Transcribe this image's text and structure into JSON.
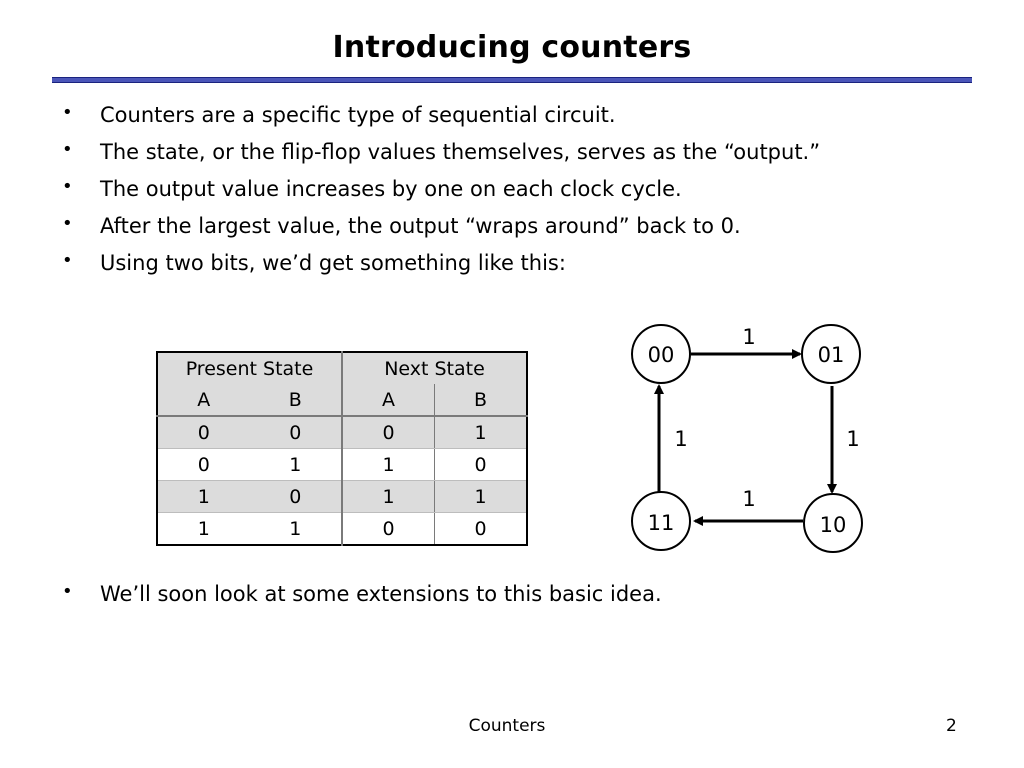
{
  "slide": {
    "title": "Introducing counters",
    "bullets": [
      "Counters are a specific type of sequential circuit.",
      "The state, or the flip-flop values themselves, serves as the “output.”",
      "The output value increases by one on each clock cycle.",
      "After the largest value, the output “wraps around” back to 0.",
      "Using two bits, we’d get something like this:"
    ],
    "closing_bullet": "We’ll soon look at some extensions to this basic idea.",
    "footer": "Counters",
    "page_number": "2",
    "accent_color": "#4a55b8"
  },
  "table": {
    "group_headers": [
      "Present State",
      "Next State"
    ],
    "sub_headers": [
      "A",
      "B",
      "A",
      "B"
    ],
    "rows": [
      [
        "0",
        "0",
        "0",
        "1"
      ],
      [
        "0",
        "1",
        "1",
        "0"
      ],
      [
        "1",
        "0",
        "1",
        "1"
      ],
      [
        "1",
        "1",
        "0",
        "0"
      ]
    ]
  },
  "diagram": {
    "states": [
      "00",
      "01",
      "10",
      "11"
    ],
    "transitions": [
      {
        "from": "00",
        "to": "01",
        "label": "1"
      },
      {
        "from": "01",
        "to": "10",
        "label": "1"
      },
      {
        "from": "10",
        "to": "11",
        "label": "1"
      },
      {
        "from": "11",
        "to": "00",
        "label": "1"
      }
    ]
  }
}
